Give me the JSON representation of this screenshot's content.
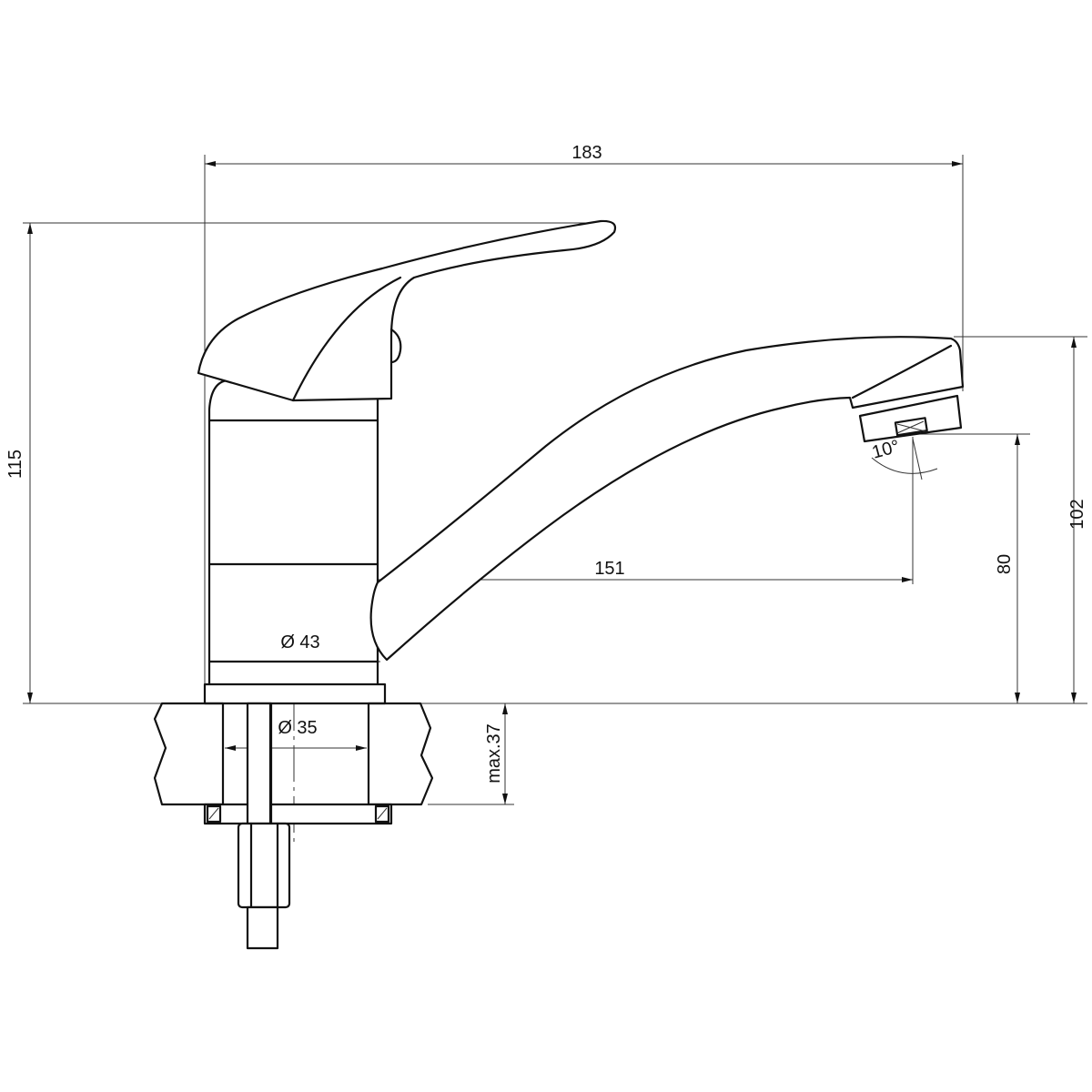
{
  "title": "Single-lever faucet technical drawing",
  "dimensions": {
    "overall_length": "183",
    "overall_height": "115",
    "spout_height_outer": "102",
    "spout_height_outlet": "80",
    "spout_reach": "151",
    "body_diameter": "Ø 43",
    "hole_diameter": "Ø 35",
    "max_counter_thickness": "max.37",
    "outlet_angle": "10°"
  },
  "colors": {
    "line": "#111111",
    "background": "#ffffff"
  }
}
